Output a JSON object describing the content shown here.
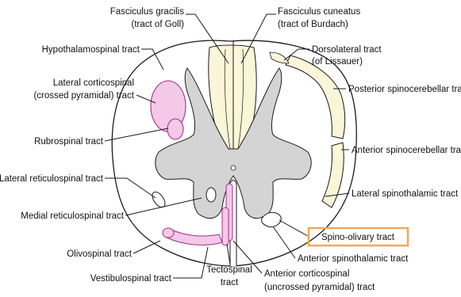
{
  "labels": {
    "fasciculus_gracilis_1": "Fasciculus gracilis",
    "fasciculus_gracilis_2": "(tract of Goll)",
    "fasciculus_cuneatus_1": "Fasciculus cuneatus",
    "fasciculus_cuneatus_2": "(tract of Burdach)",
    "hypothalamospinal": "Hypothalamospinal tract",
    "dorsolateral_1": "Dorsolateral tract",
    "dorsolateral_2": "(of Lissauer)",
    "lateral_corticospinal_1": "Lateral corticospinal",
    "lateral_corticospinal_2": "(crossed pyramidal) tract",
    "posterior_spinocerebellar": "Posterior spinocerebellar tract",
    "rubrospinal": "Rubrospinal tract",
    "anterior_spinocerebellar": "Anterior spinocerebellar trac",
    "lateral_reticulospinal": "Lateral reticulospinal tract",
    "lateral_spinothalamic": "Lateral spinothalamic tract",
    "medial_reticulospinal": "Medial reticulospinal tract",
    "spino_olivary": "Spino-olivary tract",
    "olivospinal": "Olivospinal tract",
    "anterior_spinothalamic": "Anterior spinothalamic tract",
    "tectospinal_1": "Tectospinal",
    "tectospinal_2": "tract",
    "vestibulospinal": "Vestibulospinal tract",
    "anterior_corticospinal_1": "Anterior corticospinal",
    "anterior_corticospinal_2": "(uncrossed pyramidal) tract"
  },
  "colors": {
    "outline": "#1a1a1a",
    "sensory_fill": "#fbf6d8",
    "motor_fill": "#f4c9e8",
    "motor_stroke": "#a0308a",
    "grey_matter": "#d4d4d4",
    "highlight_box": "#f2a85a"
  }
}
